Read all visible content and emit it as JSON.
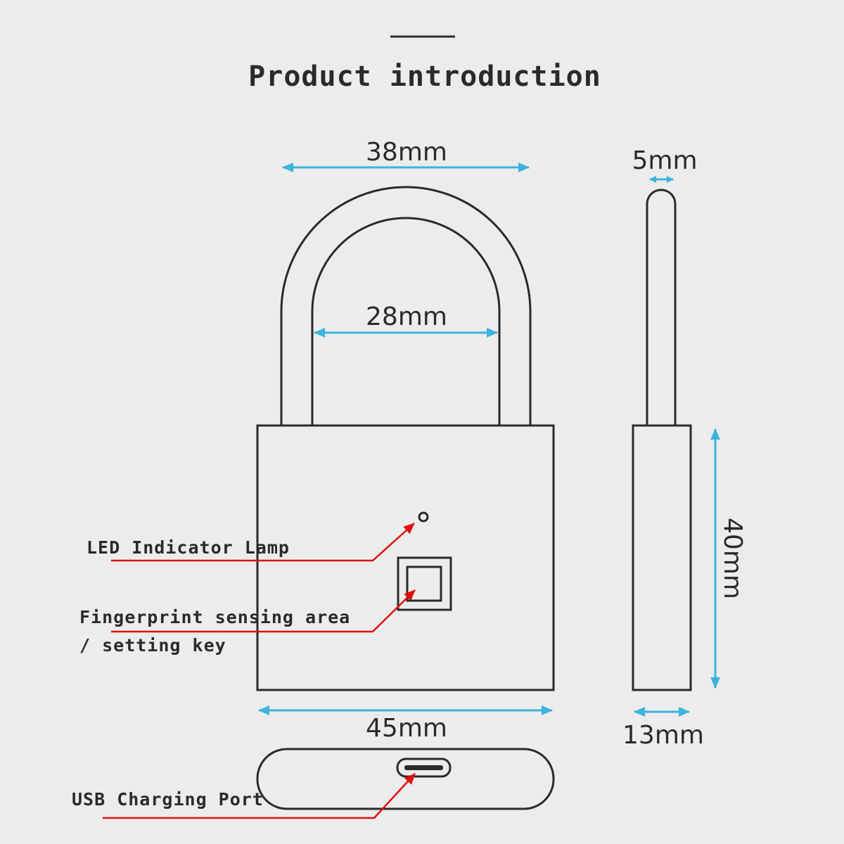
{
  "title": "Product introduction",
  "dimensions": {
    "shackle_outer_width": "38mm",
    "shackle_inner_width": "28mm",
    "shackle_thickness": "5mm",
    "body_width": "45mm",
    "body_height": "40mm",
    "body_depth": "13mm"
  },
  "callouts": {
    "led": "LED Indicator Lamp",
    "fingerprint_line1": "Fingerprint sensing area",
    "fingerprint_line2": "/ setting key",
    "usb": "USB Charging Port"
  },
  "colors": {
    "dimension": "#3bb4dc",
    "callout": "#e10f0f",
    "outline": "#2a2a2a",
    "background": "#ececec"
  }
}
